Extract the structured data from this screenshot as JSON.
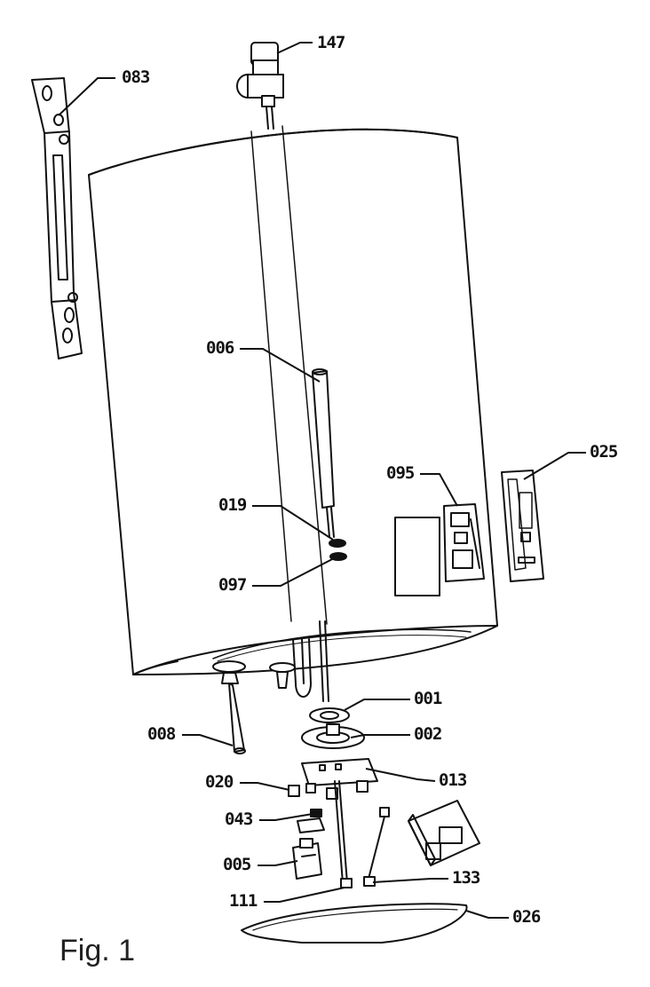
{
  "figure_caption": "Fig. 1",
  "callouts": {
    "c147": "147",
    "c083": "083",
    "c006": "006",
    "c025": "025",
    "c095": "095",
    "c019": "019",
    "c097": "097",
    "c001": "001",
    "c002": "002",
    "c008": "008",
    "c020": "020",
    "c013": "013",
    "c043": "043",
    "c005": "005",
    "c133": "133",
    "c111": "111",
    "c026": "026"
  },
  "colors": {
    "ink": "#111111",
    "paper": "#ffffff"
  }
}
